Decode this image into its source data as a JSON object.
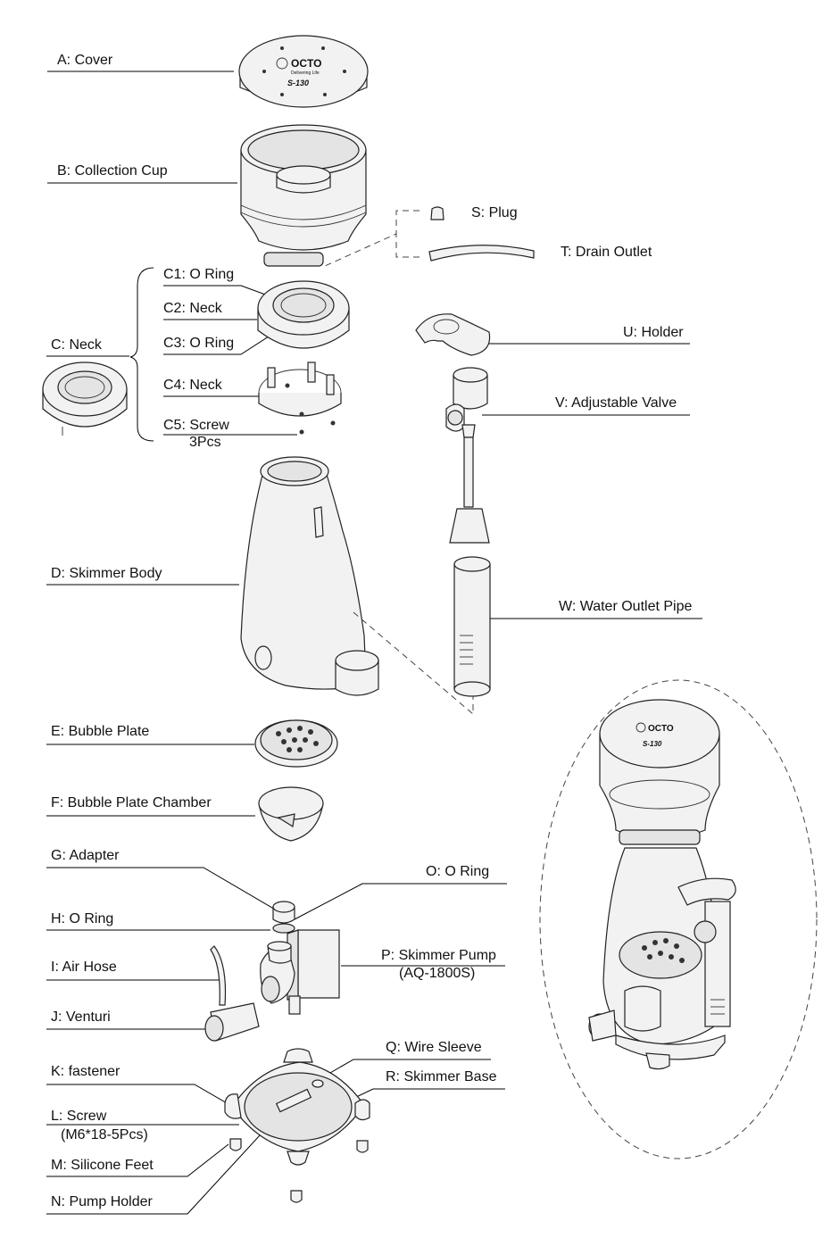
{
  "labels": {
    "a": "A: Cover",
    "b": "B: Collection Cup",
    "c": "C: Neck",
    "c1": "C1: O Ring",
    "c2": "C2: Neck",
    "c3": "C3: O Ring",
    "c4": "C4: Neck",
    "c5": "C5: Screw",
    "c5_qty": "3Pcs",
    "d": "D: Skimmer Body",
    "e": "E: Bubble Plate",
    "f": "F: Bubble Plate Chamber",
    "g": "G: Adapter",
    "h": "H: O Ring",
    "i": "I: Air Hose",
    "j": "J: Venturi",
    "k": "K: fastener",
    "l": "L: Screw",
    "l_spec": "(M6*18-5Pcs)",
    "m": "M: Silicone Feet",
    "n": "N: Pump Holder",
    "o": "O: O Ring",
    "p": "P: Skimmer Pump",
    "p_model": "(AQ-1800S)",
    "q": "Q: Wire Sleeve",
    "r": "R: Skimmer Base",
    "s": "S: Plug",
    "t": "T: Drain Outlet",
    "u": "U: Holder",
    "v": "V: Adjustable Valve",
    "w": "W: Water Outlet Pipe"
  },
  "cover_text": {
    "brand": "OCTO",
    "tagline": "Delivering Life",
    "model": "S-130"
  }
}
